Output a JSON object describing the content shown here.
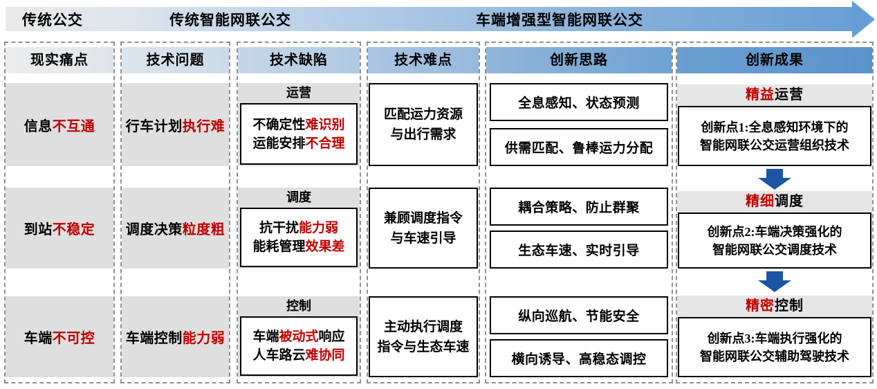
{
  "stage_arrow": {
    "labels": [
      "传统公交",
      "传统智能网联公交",
      "车端增强型智能网联公交"
    ]
  },
  "headers": [
    "现实痛点",
    "技术问题",
    "技术缺陷",
    "技术难点",
    "创新思路",
    "创新成果"
  ],
  "pain_points": [
    [
      {
        "text": "信息"
      },
      {
        "text": "不互通",
        "red": true
      }
    ],
    [
      {
        "text": "到站"
      },
      {
        "text": "不稳定",
        "red": true
      }
    ],
    [
      {
        "text": "车端"
      },
      {
        "text": "不可控",
        "red": true
      }
    ]
  ],
  "tech_problems": [
    [
      {
        "text": "行车计划"
      },
      {
        "text": "执行难",
        "red": true
      }
    ],
    [
      {
        "text": "调度决策"
      },
      {
        "text": "粒度粗",
        "red": true
      }
    ],
    [
      {
        "text": "车端控制"
      },
      {
        "text": "能力弱",
        "red": true
      }
    ]
  ],
  "tech_defects": [
    {
      "label": "运营",
      "lines": [
        [
          {
            "text": "不确定性"
          },
          {
            "text": "难识别",
            "red": true
          }
        ],
        [
          {
            "text": "运能安排"
          },
          {
            "text": "不合理",
            "red": true
          }
        ]
      ]
    },
    {
      "label": "调度",
      "lines": [
        [
          {
            "text": "抗干扰"
          },
          {
            "text": "能力弱",
            "red": true
          }
        ],
        [
          {
            "text": "能耗管理"
          },
          {
            "text": "效果差",
            "red": true
          }
        ]
      ]
    },
    {
      "label": "控制",
      "lines": [
        [
          {
            "text": "车端"
          },
          {
            "text": "被动式",
            "red": true
          },
          {
            "text": "响应"
          }
        ],
        [
          {
            "text": "人车路云"
          },
          {
            "text": "难协同",
            "red": true
          }
        ]
      ]
    }
  ],
  "tech_challenges": [
    [
      "匹配运力资源",
      "与出行需求"
    ],
    [
      "兼顾调度指令",
      "与车速引导"
    ],
    [
      "主动执行调度",
      "指令与生态车速"
    ]
  ],
  "innovation_ideas": [
    [
      "全息感知、状态预测",
      "供需匹配、鲁棒运力分配"
    ],
    [
      "耦合策略、防止群聚",
      "生态车速、实时引导"
    ],
    [
      "纵向巡航、节能安全",
      "横向诱导、高稳态调控"
    ]
  ],
  "innovation_results": [
    {
      "title": [
        {
          "text": "精益",
          "red": true
        },
        {
          "text": "运营"
        }
      ],
      "lines": [
        "创新点1:全息感知环境下的",
        "智能网联公交运营组织技术"
      ]
    },
    {
      "title": [
        {
          "text": "精细",
          "red": true
        },
        {
          "text": "调度"
        }
      ],
      "lines": [
        "创新点2:车端决策强化的",
        "智能网联公交调度技术"
      ]
    },
    {
      "title": [
        {
          "text": "精密",
          "red": true
        },
        {
          "text": "控制"
        }
      ],
      "lines": [
        "创新点3:车端执行强化的",
        "智能网联公交辅助驾驶技术"
      ]
    }
  ],
  "colors": {
    "red": "#C00000",
    "dark_blue": "#1D55A5",
    "arrow_blue": "#5B9BD5",
    "cell_gray": "#DFDFDF",
    "band_gray": "#E5E5E5"
  }
}
